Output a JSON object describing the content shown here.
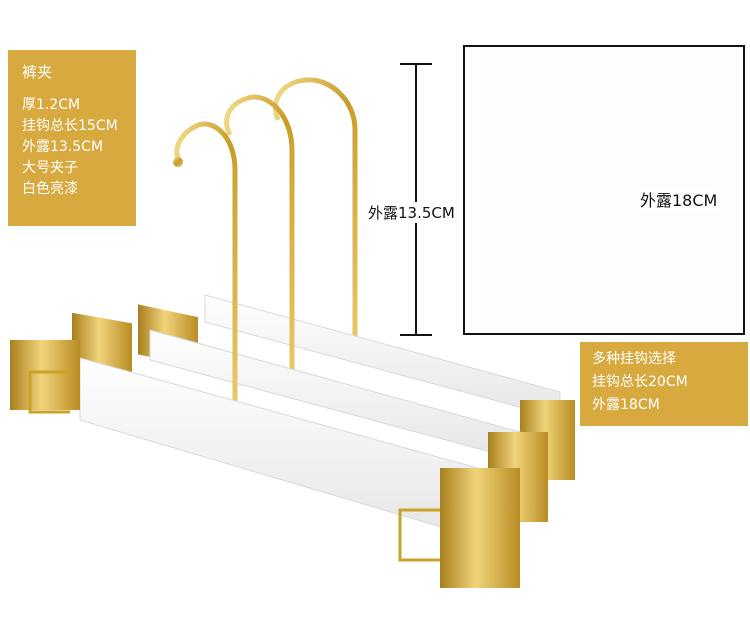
{
  "left_box": {
    "title": "裤夹",
    "lines": [
      "厚1.2CM",
      "挂钩总长15CM",
      "外露13.5CM",
      "大号夹子",
      "白色亮漆"
    ]
  },
  "right_box": {
    "lines": [
      "多种挂钩选择",
      "挂钩总长20CM",
      "外露18CM"
    ]
  },
  "dimensions": {
    "main_hook": "外露13.5CM",
    "inset_hook": "外露18CM"
  },
  "colors": {
    "gold_box": "#d8a93f",
    "hanger_white": "#ffffff",
    "hook_gold": "#c9a227"
  }
}
